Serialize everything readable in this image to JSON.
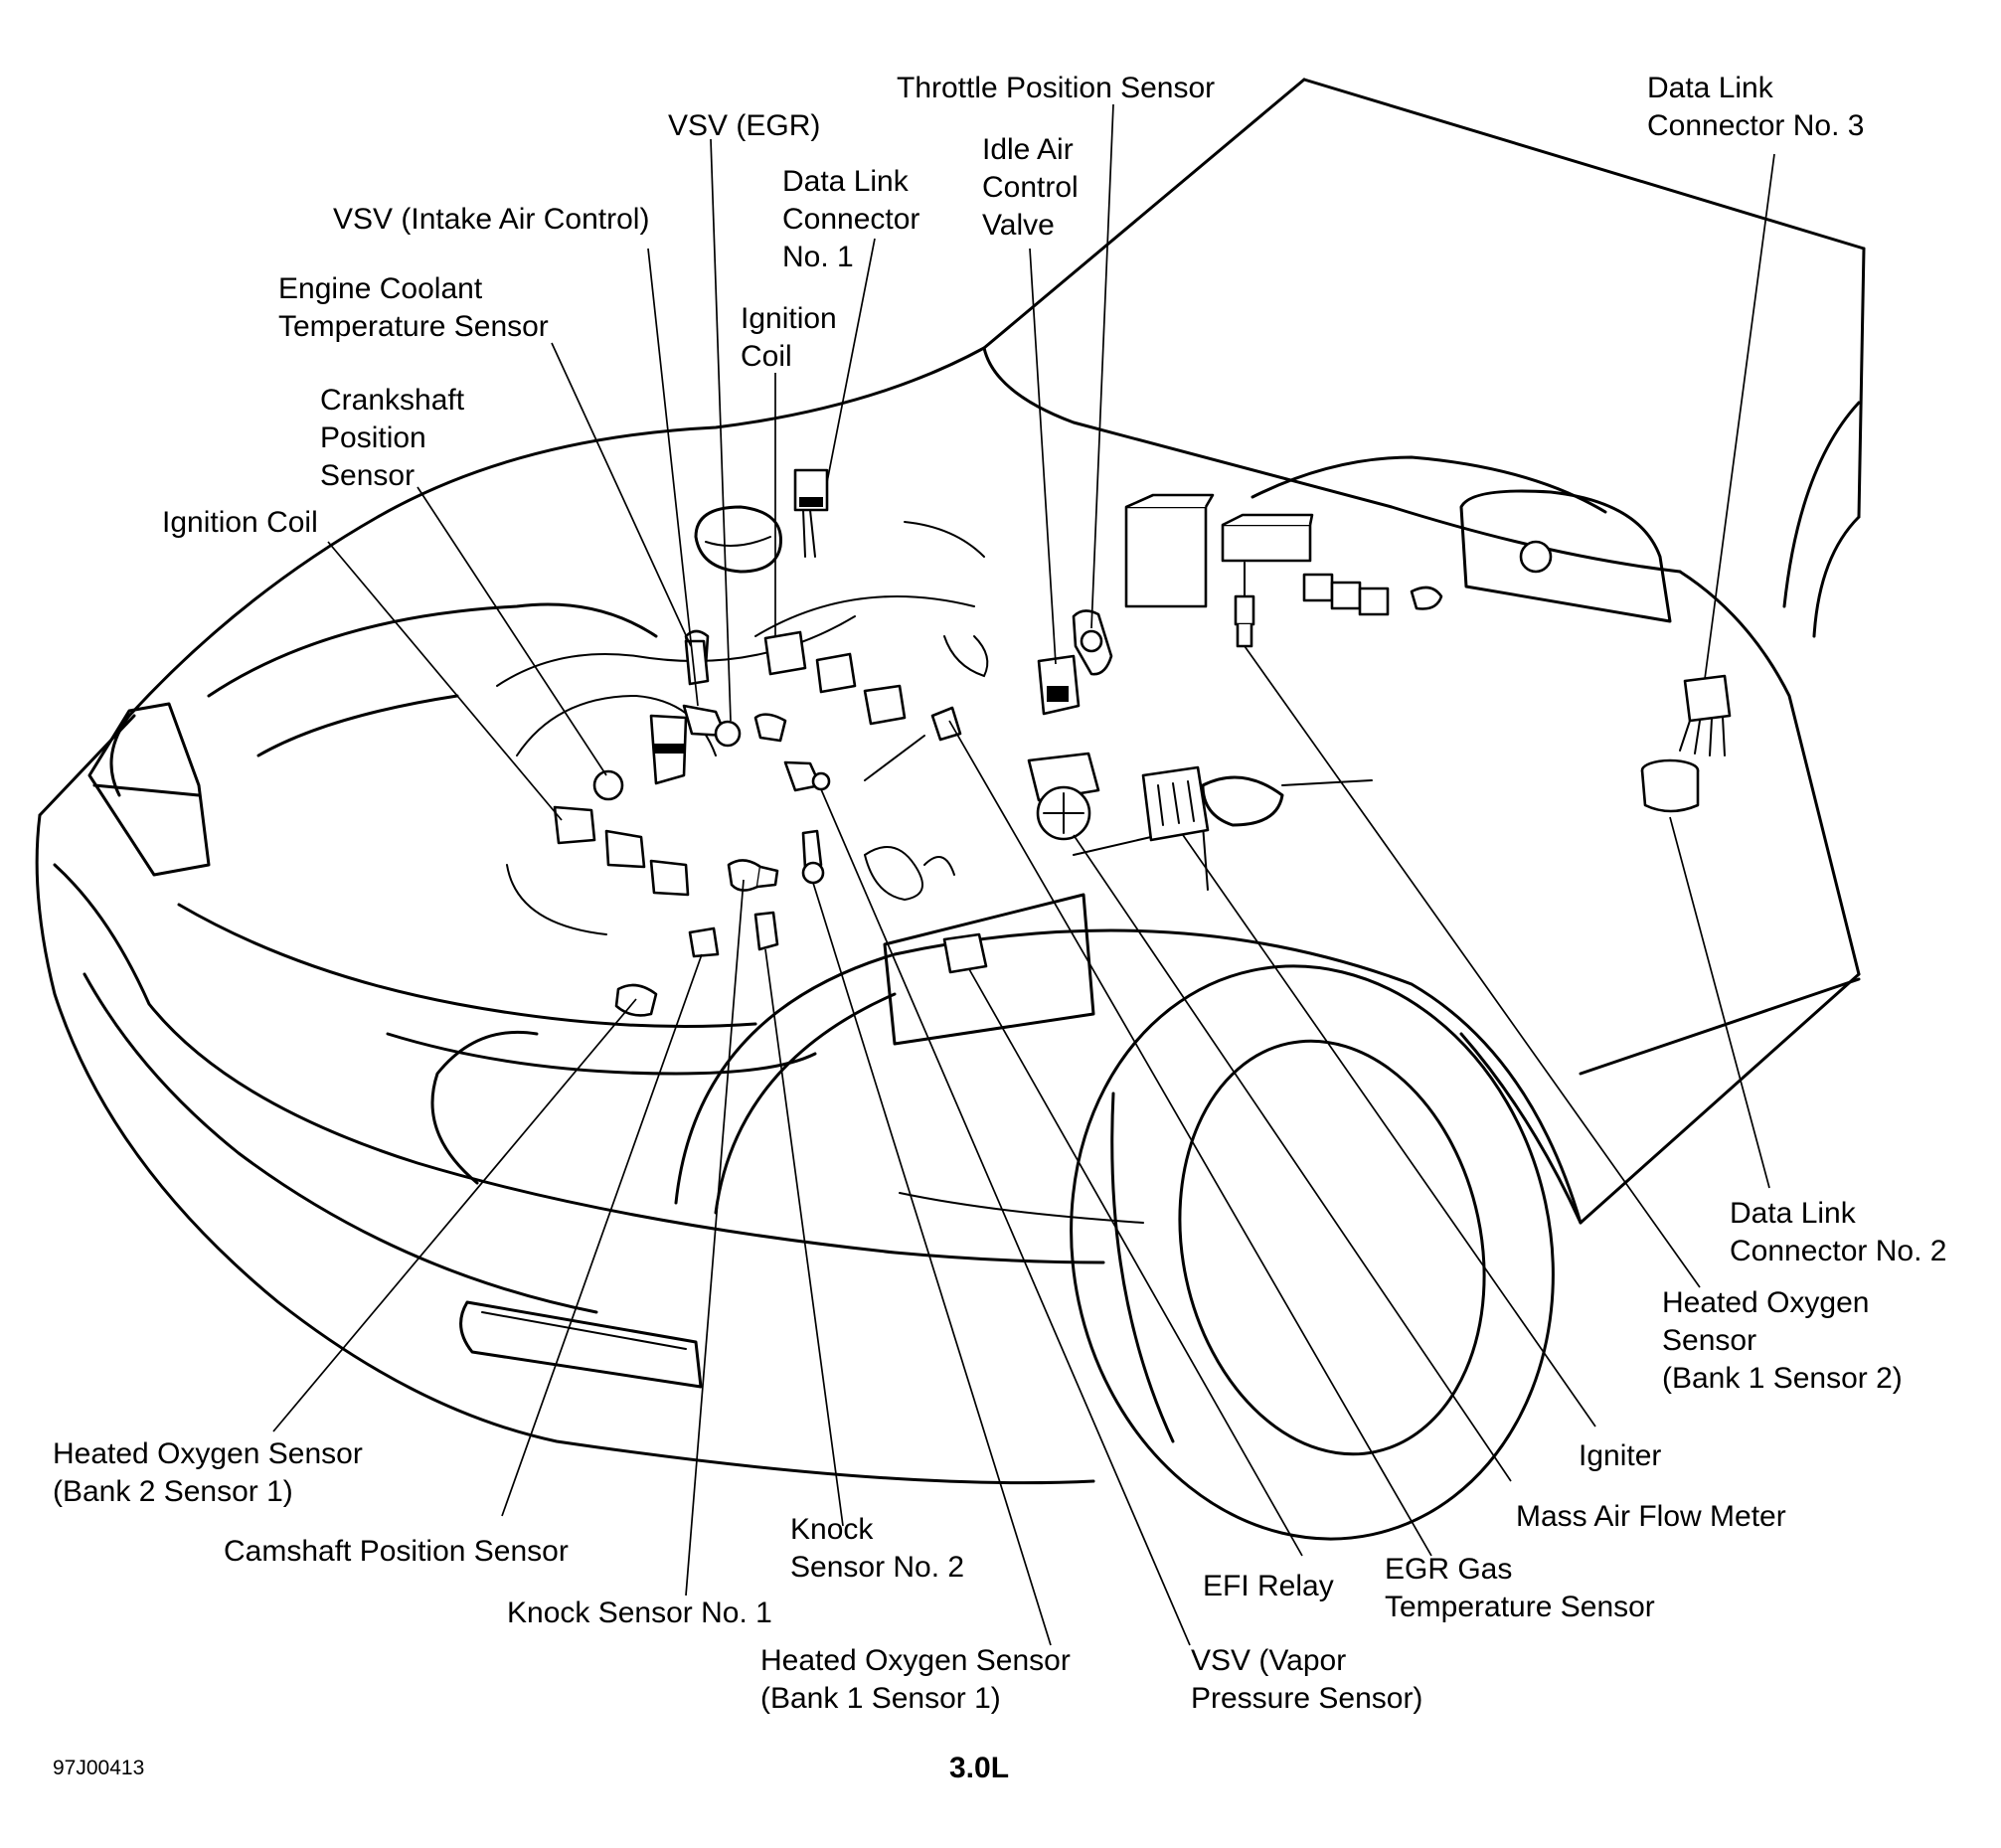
{
  "labels": {
    "throttle_position_sensor": [
      "Throttle Position Sensor"
    ],
    "data_link_connector_3": [
      "Data Link",
      "Connector No. 3"
    ],
    "vsv_egr": [
      "VSV (EGR)"
    ],
    "idle_air_control_valve": [
      "Idle Air",
      "Control",
      "Valve"
    ],
    "data_link_connector_1": [
      "Data Link",
      "Connector",
      "No. 1"
    ],
    "vsv_intake_air_control": [
      "VSV (Intake Air Control)"
    ],
    "engine_coolant_temperature_sensor": [
      "Engine Coolant",
      "Temperature Sensor"
    ],
    "ignition_coil_top": [
      "Ignition",
      "Coil"
    ],
    "crankshaft_position_sensor": [
      "Crankshaft",
      "Position",
      "Sensor"
    ],
    "ignition_coil_left": [
      "Ignition Coil"
    ],
    "data_link_connector_2": [
      "Data Link",
      "Connector No. 2"
    ],
    "heated_oxygen_sensor_b1s2": [
      "Heated Oxygen",
      "Sensor",
      "(Bank 1 Sensor 2)"
    ],
    "heated_oxygen_sensor_b2s1": [
      "Heated Oxygen Sensor",
      "(Bank 2 Sensor 1)"
    ],
    "igniter": [
      "Igniter"
    ],
    "mass_air_flow_meter": [
      "Mass Air Flow Meter"
    ],
    "camshaft_position_sensor": [
      "Camshaft Position Sensor"
    ],
    "knock_sensor_2": [
      "Knock",
      "Sensor No. 2"
    ],
    "efi_relay": [
      "EFI Relay"
    ],
    "egr_gas_temperature_sensor": [
      "EGR Gas",
      "Temperature Sensor"
    ],
    "knock_sensor_1": [
      "Knock Sensor No. 1"
    ],
    "heated_oxygen_sensor_b1s1": [
      "Heated Oxygen Sensor",
      "(Bank 1 Sensor 1)"
    ],
    "vsv_vapor_pressure_sensor": [
      "VSV (Vapor",
      "Pressure Sensor)"
    ]
  },
  "figure_code": "97J00413",
  "caption": "3.0L"
}
